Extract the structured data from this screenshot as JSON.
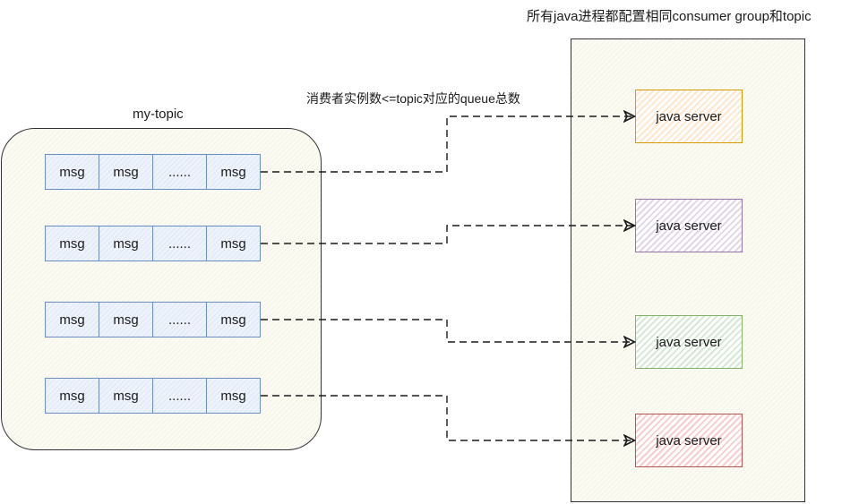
{
  "diagram": {
    "group_title": "所有java进程都配置相同consumer group和topic",
    "constraint_label": "消费者实例数<=topic对应的queue总数",
    "topic": {
      "title": "my-topic",
      "queues": [
        {
          "cells": [
            "msg",
            "msg",
            "......",
            "msg"
          ]
        },
        {
          "cells": [
            "msg",
            "msg",
            "......",
            "msg"
          ]
        },
        {
          "cells": [
            "msg",
            "msg",
            "......",
            "msg"
          ]
        },
        {
          "cells": [
            "msg",
            "msg",
            "......",
            "msg"
          ]
        }
      ],
      "queue_color": "#6c8ebf"
    },
    "servers": [
      {
        "label": "java server",
        "stroke": "#d79b00",
        "fill": "#ffe6cc"
      },
      {
        "label": "java server",
        "stroke": "#9673a6",
        "fill": "#e1d5e7"
      },
      {
        "label": "java server",
        "stroke": "#82b366",
        "fill": "#d5e8d4"
      },
      {
        "label": "java server",
        "stroke": "#b85450",
        "fill": "#f8cecc"
      }
    ],
    "connections": [
      {
        "from_queue": 1,
        "to_server": 1,
        "style": "dashed-arrow"
      },
      {
        "from_queue": 2,
        "to_server": 2,
        "style": "dashed-arrow"
      },
      {
        "from_queue": 3,
        "to_server": 3,
        "style": "dashed-arrow"
      },
      {
        "from_queue": 4,
        "to_server": 4,
        "style": "dashed-arrow"
      }
    ]
  }
}
